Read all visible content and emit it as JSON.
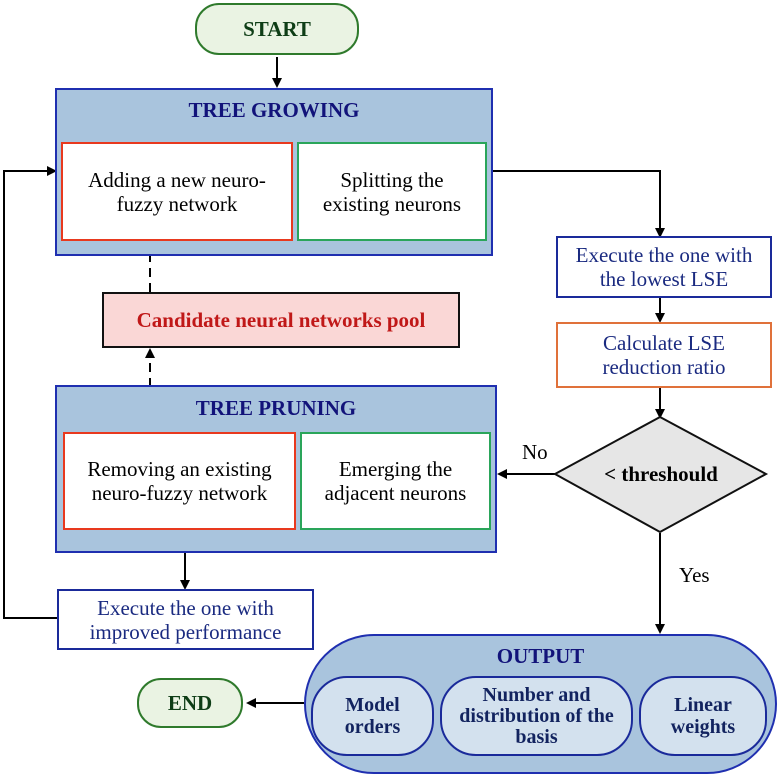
{
  "start": "START",
  "end": "END",
  "growing": {
    "title": "TREE GROWING",
    "add": "Adding a new neuro-fuzzy network",
    "split": "Splitting the existing neurons"
  },
  "pool": "Candidate neural networks pool",
  "pruning": {
    "title": "TREE PRUNING",
    "remove": "Removing an existing neuro-fuzzy network",
    "merge": "Emerging the adjacent neurons"
  },
  "execute_improved": "Execute the one with improved performance",
  "execute_lowest": "Execute the one with the lowest LSE",
  "calculate": "Calculate LSE reduction ratio",
  "decision": "< threshould",
  "no_label": "No",
  "yes_label": "Yes",
  "output": {
    "title": "OUTPUT",
    "model_orders": "Model orders",
    "number_distribution": "Number and distribution of the basis",
    "linear_weights": "Linear weights"
  },
  "colors": {
    "panel_fill": "#a9c4dd",
    "panel_border": "#1f2fb0",
    "red_border": "#e8391e",
    "green_border": "#2aa55a",
    "pool_fill": "#fad7d6",
    "pool_text": "#c01818",
    "decision_fill": "#e6e6e6"
  }
}
